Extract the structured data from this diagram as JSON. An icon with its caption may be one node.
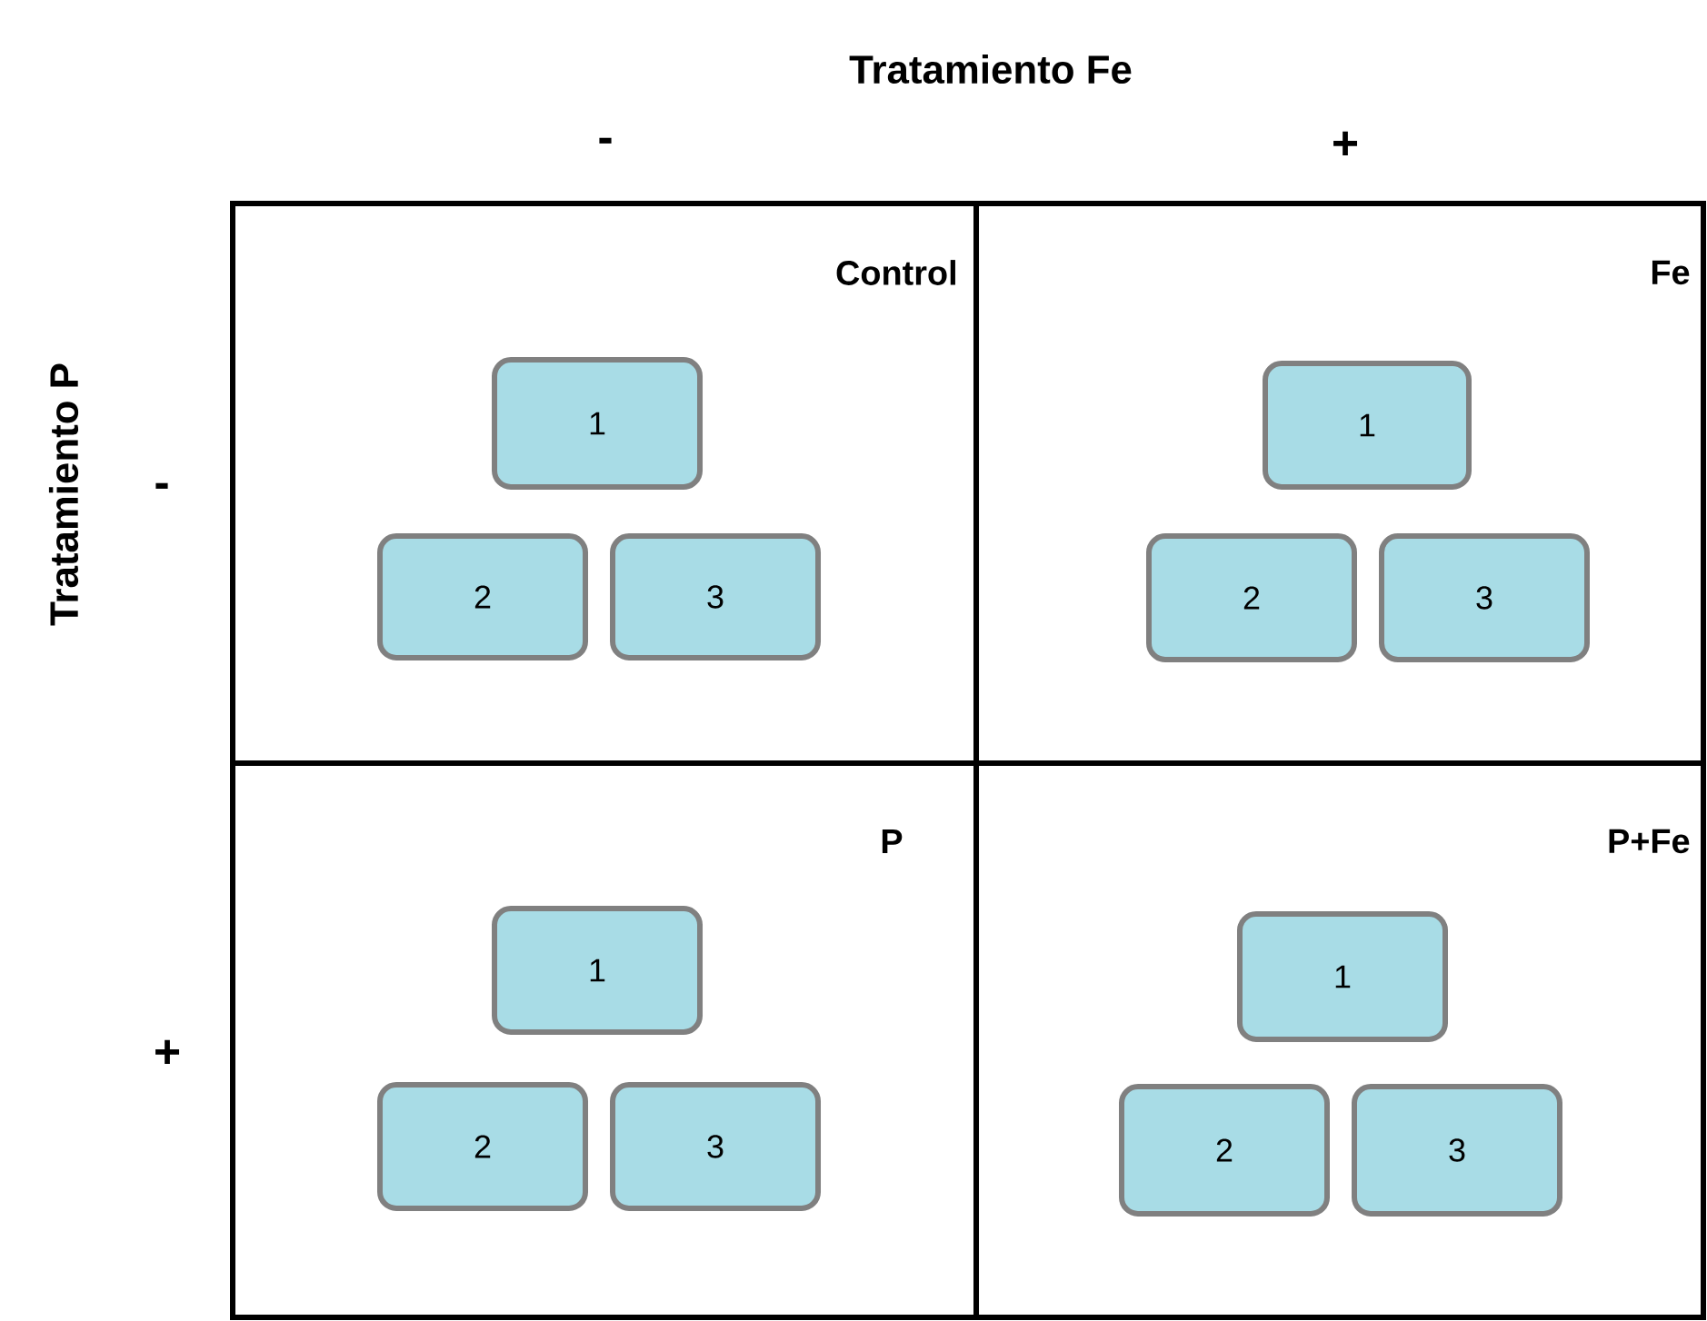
{
  "diagram": {
    "nodes": [
      {
        "text": [
          "Control"
        ]
      },
      {
        "text": [
          "1"
        ],
        "in": 0
      },
      {
        "text": [
          "2"
        ],
        "in": 0
      },
      {
        "text": [
          "3"
        ],
        "in": 0
      },
      {
        "text": [
          "Fe"
        ]
      },
      {
        "text": [
          "1"
        ],
        "in": 4
      },
      {
        "text": [
          "2"
        ],
        "in": 4
      },
      {
        "text": [
          "3"
        ],
        "in": 4
      },
      {
        "text": [
          "P"
        ]
      },
      {
        "text": [
          "1"
        ],
        "in": 8
      },
      {
        "text": [
          "2"
        ],
        "in": 8
      },
      {
        "text": [
          "3"
        ],
        "in": 8
      },
      {
        "text": [
          "P+Fe"
        ]
      },
      {
        "text": [
          "1"
        ],
        "in": 12
      },
      {
        "text": [
          "2"
        ],
        "in": 12
      },
      {
        "text": [
          "3"
        ],
        "in": 12
      }
    ],
    "labels": [
      "Tratamiento Fe",
      "-",
      "+",
      "Tratamiento P",
      "-",
      "+"
    ]
  }
}
